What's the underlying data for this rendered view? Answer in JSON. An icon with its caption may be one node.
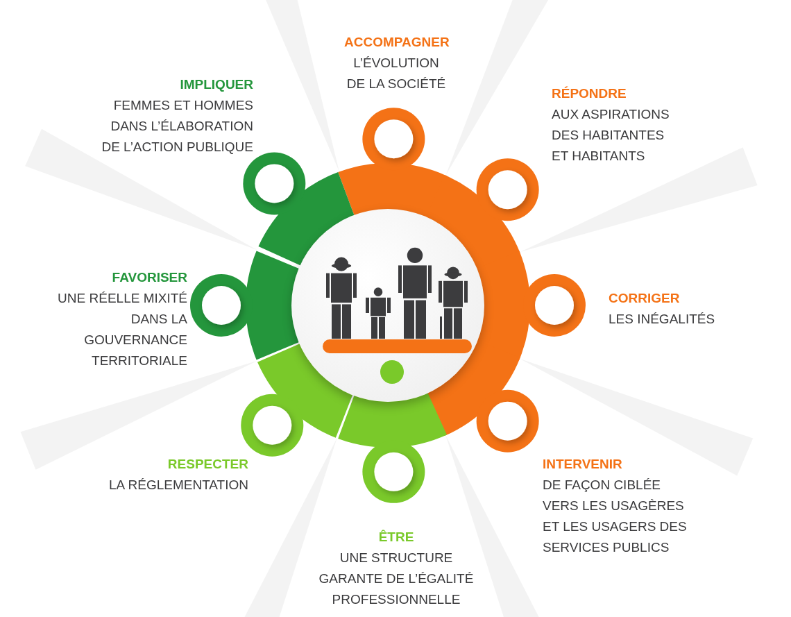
{
  "diagram": {
    "nodes": [
      {
        "text": [],
        "shape": "circle"
      },
      {
        "text": [
          "ACCOMPAGNER",
          "L’ÉVOLUTION DE LA SOCIÉTÉ"
        ]
      },
      {
        "text": [
          "RÉPONDRE",
          "AUX ASPIRATIONS DES HABITANTES ET HABITANTS"
        ]
      },
      {
        "text": [
          "CORRIGER",
          "LES INÉGALITÉS"
        ]
      },
      {
        "text": [
          "INTERVENIR",
          "DE FAÇON CIBLÉE VERS LES USAGÈRES ET LES USAGERS DES SERVICES PUBLICS"
        ]
      },
      {
        "text": [
          "ÊTRE",
          "UNE STRUCTURE GARANTE DE L’ÉGALITÉ PROFESSIONNELLE"
        ]
      },
      {
        "text": [
          "RESPECTER",
          "LA RÉGLEMENTATION"
        ]
      },
      {
        "text": [
          "FAVORISER",
          "UNE RÉELLE MIXITÉ DANS LA GOUVERNANCE TERRITORIALE"
        ]
      },
      {
        "text": [
          "IMPLIQUER",
          "FEMMES ET HOMMES DANS L’ÉLABORATION DE L’ACTION PUBLIQUE"
        ]
      }
    ],
    "edges": []
  }
}
